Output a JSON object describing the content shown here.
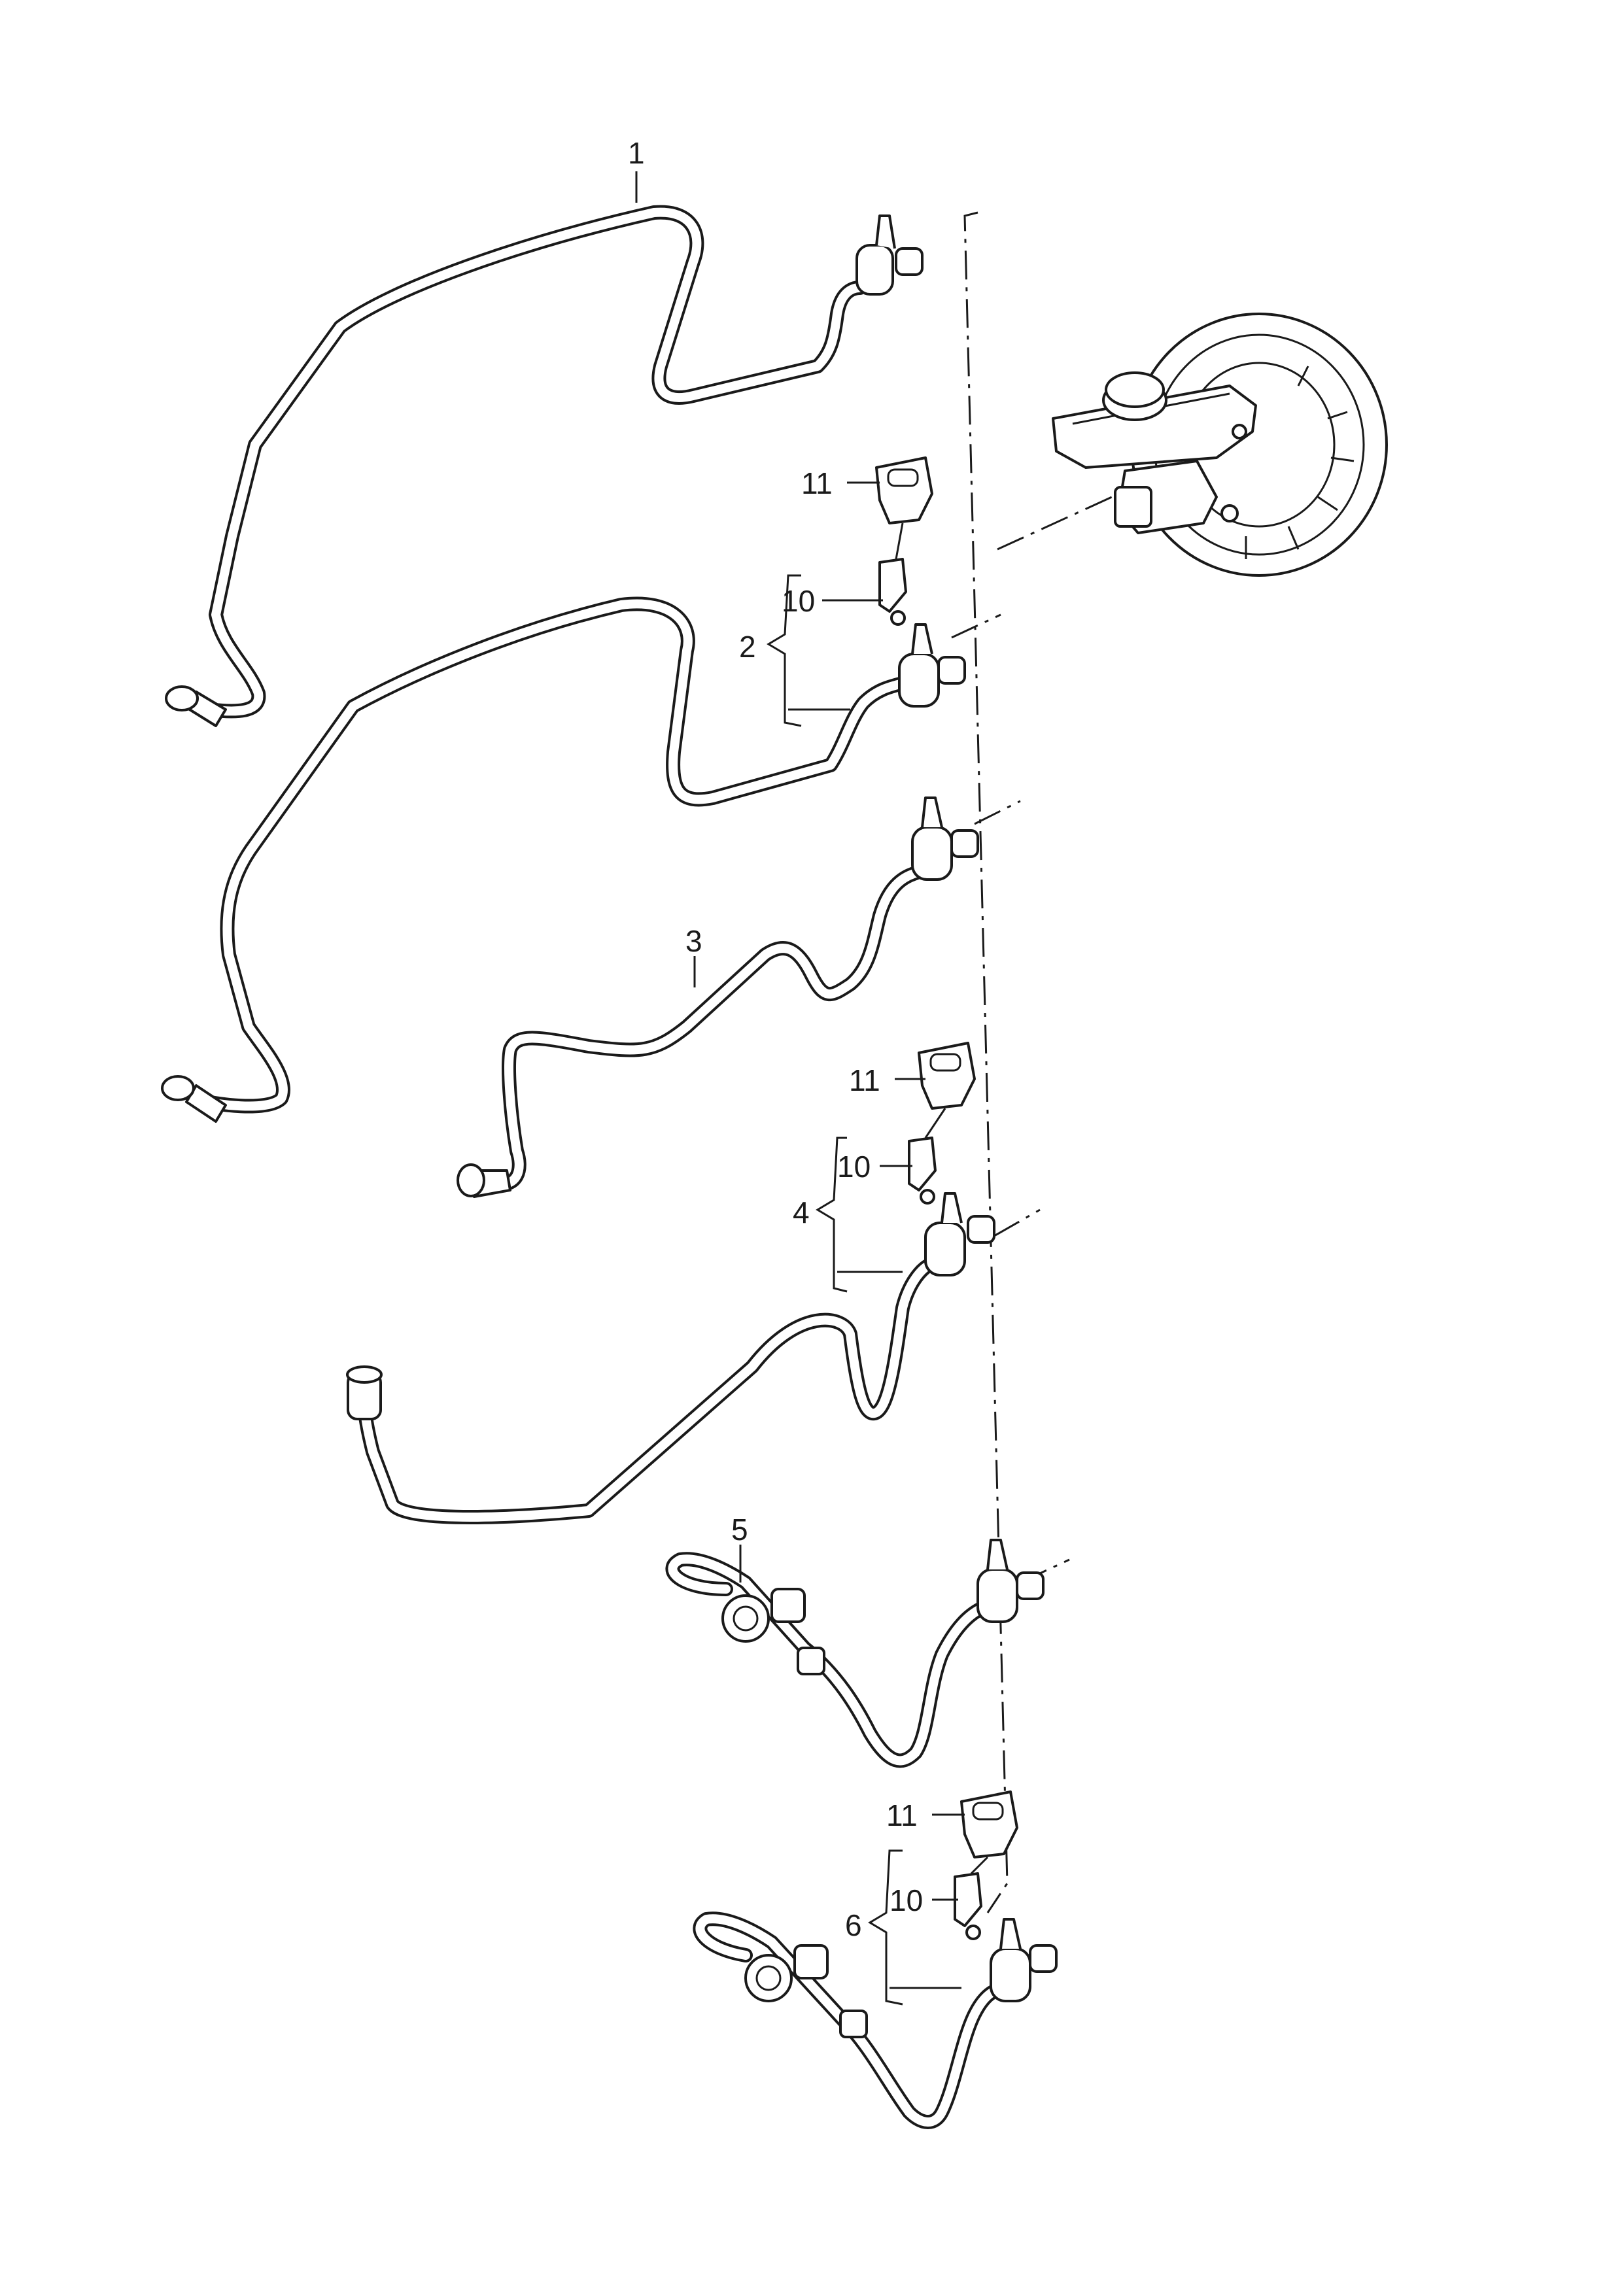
{
  "callouts": {
    "c1": "1",
    "c2": "2",
    "c3": "3",
    "c4": "4",
    "c5": "5",
    "c6": "6",
    "c10a": "10",
    "c10b": "10",
    "c10c": "10",
    "c11a": "11",
    "c11b": "11",
    "c11c": "11"
  }
}
